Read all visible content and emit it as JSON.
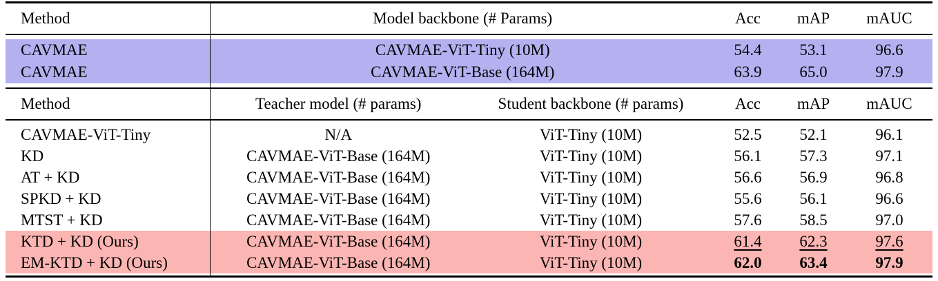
{
  "table": {
    "colors": {
      "highlight_blue": "#b3b1f0",
      "highlight_pink": "#fbb5b2",
      "rule": "#000000",
      "text": "#000000"
    },
    "section1": {
      "header": {
        "method": "Method",
        "backbone": "Model backbone (# Params)",
        "acc": "Acc",
        "map": "mAP",
        "mauc": "mAUC"
      },
      "rows": [
        {
          "method": "CAVMAE",
          "backbone": "CAVMAE-ViT-Tiny (10M)",
          "acc": "54.4",
          "map": "53.1",
          "mauc": "96.6",
          "highlight": "blue"
        },
        {
          "method": "CAVMAE",
          "backbone": "CAVMAE-ViT-Base (164M)",
          "acc": "63.9",
          "map": "65.0",
          "mauc": "97.9",
          "highlight": "blue"
        }
      ]
    },
    "section2": {
      "header": {
        "method": "Method",
        "teacher": "Teacher model (# params)",
        "student": "Student backbone (# params)",
        "acc": "Acc",
        "map": "mAP",
        "mauc": "mAUC"
      },
      "rows": [
        {
          "method": "CAVMAE-ViT-Tiny",
          "teacher": "N/A",
          "student": "ViT-Tiny (10M)",
          "acc": "52.5",
          "map": "52.1",
          "mauc": "96.1",
          "highlight": "none",
          "emphasis": "none"
        },
        {
          "method": "KD",
          "teacher": "CAVMAE-ViT-Base (164M)",
          "student": "ViT-Tiny (10M)",
          "acc": "56.1",
          "map": "57.3",
          "mauc": "97.1",
          "highlight": "none",
          "emphasis": "none"
        },
        {
          "method": "AT + KD",
          "teacher": "CAVMAE-ViT-Base (164M)",
          "student": "ViT-Tiny (10M)",
          "acc": "56.6",
          "map": "56.9",
          "mauc": "96.8",
          "highlight": "none",
          "emphasis": "none"
        },
        {
          "method": "SPKD + KD",
          "teacher": "CAVMAE-ViT-Base (164M)",
          "student": "ViT-Tiny (10M)",
          "acc": "55.6",
          "map": "56.1",
          "mauc": "96.6",
          "highlight": "none",
          "emphasis": "none"
        },
        {
          "method": "MTST + KD",
          "teacher": "CAVMAE-ViT-Base (164M)",
          "student": "ViT-Tiny (10M)",
          "acc": "57.6",
          "map": "58.5",
          "mauc": "97.0",
          "highlight": "none",
          "emphasis": "none"
        },
        {
          "method": "KTD + KD (Ours)",
          "teacher": "CAVMAE-ViT-Base (164M)",
          "student": "ViT-Tiny (10M)",
          "acc": "61.4",
          "map": "62.3",
          "mauc": "97.6",
          "highlight": "pink",
          "emphasis": "underline"
        },
        {
          "method": "EM-KTD + KD (Ours)",
          "teacher": "CAVMAE-ViT-Base (164M)",
          "student": "ViT-Tiny (10M)",
          "acc": "62.0",
          "map": "63.4",
          "mauc": "97.9",
          "highlight": "pink",
          "emphasis": "bold"
        }
      ]
    }
  }
}
